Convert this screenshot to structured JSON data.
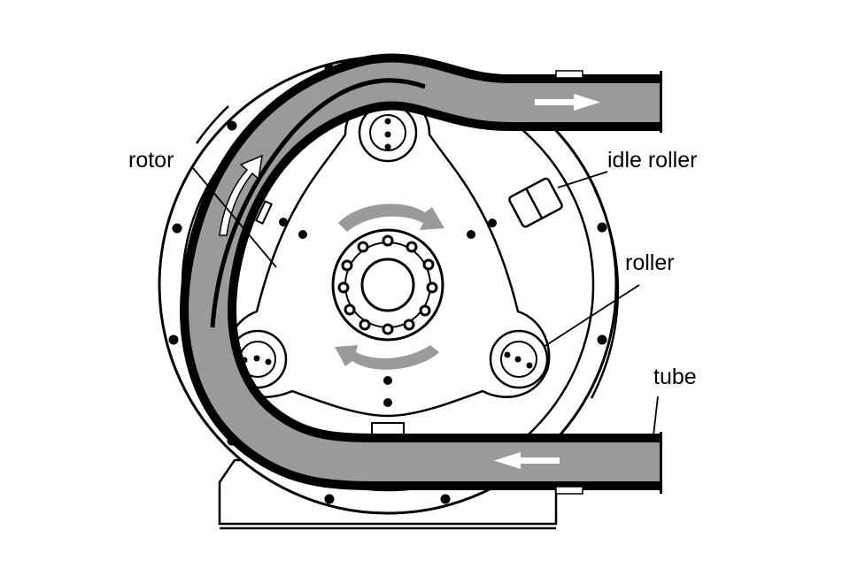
{
  "labels": {
    "rotor": "rotor",
    "idle_roller": "idle roller",
    "roller": "roller",
    "tube": "tube"
  },
  "colors": {
    "background": "#ffffff",
    "line": "#000000",
    "tube_fill": "#9a9a9a",
    "rotation_arrow": "#9a9a9a",
    "flow_arrow": "#ffffff"
  }
}
